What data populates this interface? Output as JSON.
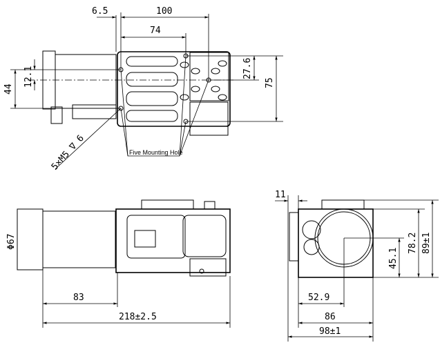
{
  "top_view": {
    "dim_offset": "6.5",
    "dim_width_100": "100",
    "dim_74": "74",
    "dim_height_75": "75",
    "dim_27_6": "27.6",
    "dim_44": "44",
    "dim_12_1": "12.1",
    "thread_note": "5×M5 ∇ 6",
    "mounting_note": "Five Mounting Hole"
  },
  "front_view": {
    "dim_diameter": "Φ67",
    "dim_83": "83",
    "dim_length": "218±2.5"
  },
  "side_view": {
    "dim_11": "11",
    "dim_45_1": "45.1",
    "dim_78_2": "78.2",
    "dim_height": "89±1",
    "dim_52_9": "52.9",
    "dim_86": "86",
    "dim_width": "98±1"
  }
}
